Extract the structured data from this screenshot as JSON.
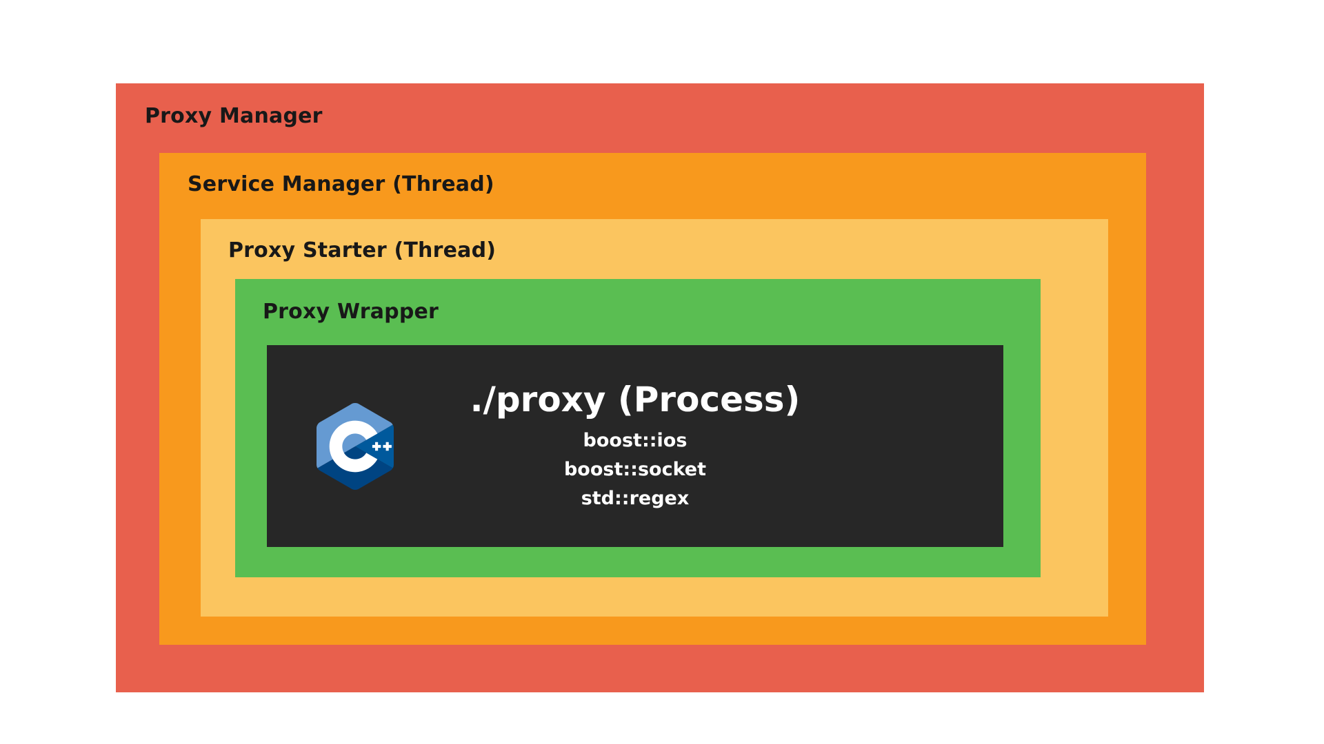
{
  "diagram": {
    "layers": [
      {
        "label": "Proxy Manager"
      },
      {
        "label": "Service Manager (Thread)"
      },
      {
        "label": "Proxy Starter (Thread)"
      },
      {
        "label": "Proxy Wrapper"
      }
    ],
    "process": {
      "title": "./proxy (Process)",
      "libraries": [
        "boost::ios",
        "boost::socket",
        "std::regex"
      ],
      "logo": "cpp-logo"
    },
    "colors": {
      "proxy_manager_box": "#E8604D",
      "service_manager_box": "#F8991D",
      "proxy_starter_box": "#FBC55F",
      "proxy_wrapper_box": "#5ABE52",
      "process_box": "#272727",
      "label_text": "#181818",
      "process_text": "#FFFFFF",
      "cpp_logo_dark_blue": "#00599C",
      "cpp_logo_darker_blue": "#004482",
      "cpp_logo_light_blue": "#659AD2"
    }
  }
}
